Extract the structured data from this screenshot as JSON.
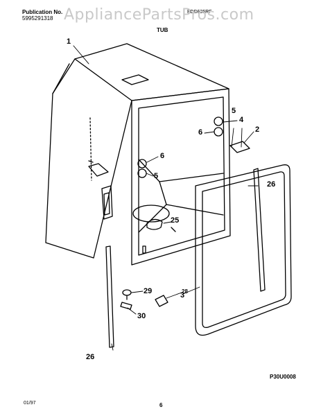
{
  "header": {
    "publication_label": "Publication No.",
    "publication_number": "5995291318",
    "model_code": "FDB635RF",
    "watermark": "AppliancePartsPros.com"
  },
  "title": "TUB",
  "callouts": {
    "c1": "1",
    "c2": "2",
    "c3": "3",
    "c4": "4",
    "c5a": "5",
    "c5b": "5",
    "c6a": "6",
    "c6b": "6",
    "c25": "25",
    "c26a": "26",
    "c26b": "26",
    "c28": "28",
    "c29": "29",
    "c30": "30"
  },
  "footer": {
    "figure_code": "P30U0008",
    "date": "01/97",
    "page": "6"
  }
}
